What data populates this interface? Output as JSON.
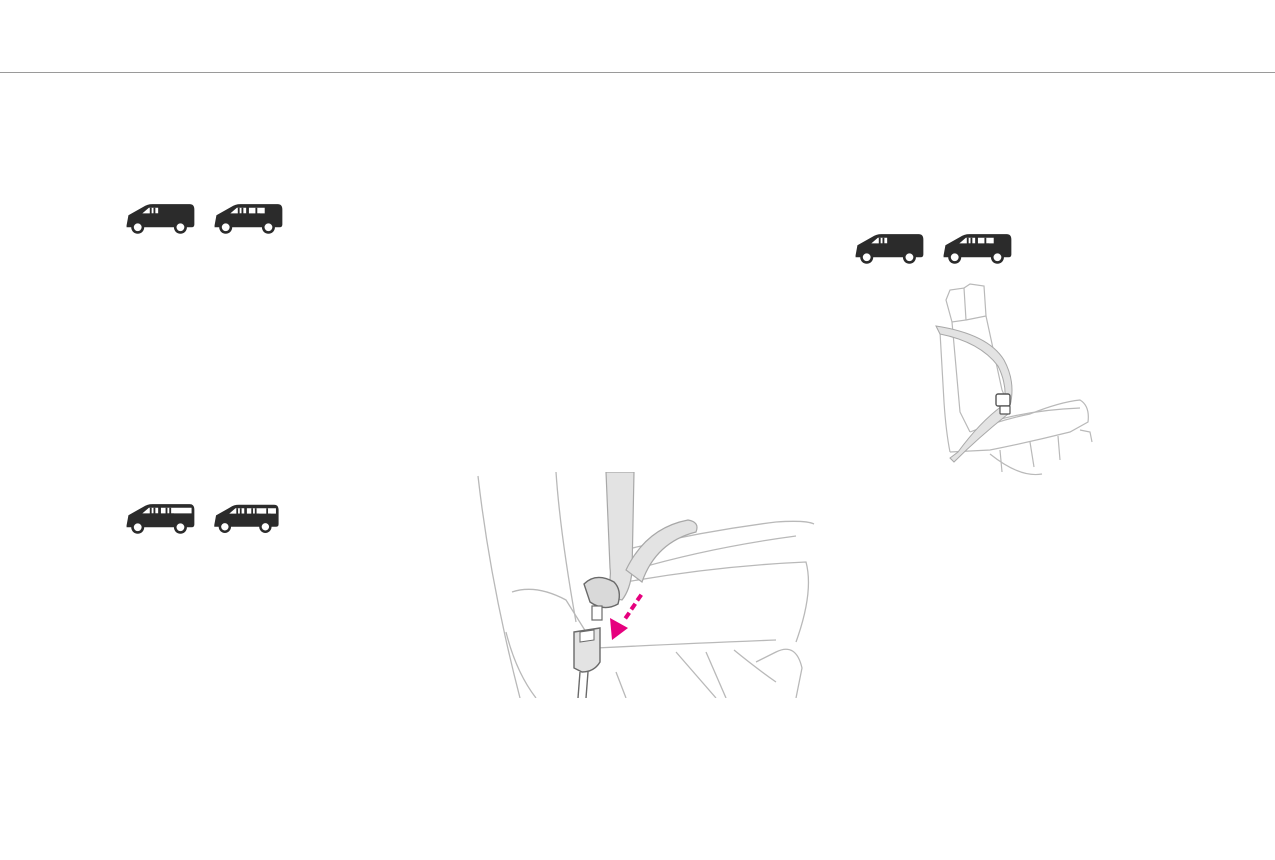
{
  "page": {
    "background": "#ffffff",
    "rule_color": "#9a9a9a"
  },
  "vehicle_groups": [
    {
      "id": "top-left",
      "icons": [
        "van-two-seat-icon",
        "van-five-seat-icon"
      ]
    },
    {
      "id": "bottom-left",
      "icons": [
        "van-seven-seat-long-icon",
        "van-seven-seat-icon"
      ]
    },
    {
      "id": "right",
      "icons": [
        "van-two-seat-icon",
        "van-five-seat-icon"
      ]
    }
  ],
  "illustrations": [
    {
      "id": "seatbelt-buckle",
      "icon": "seatbelt-buckle-illustration",
      "accent": "#e6007e"
    },
    {
      "id": "rear-seat-belt",
      "icon": "rear-seat-belt-illustration"
    }
  ],
  "colors": {
    "icon_fill": "#2b2b2b",
    "line_art": "#b9b9b9",
    "belt_fill": "#e3e3e3",
    "arrow": "#e6007e"
  }
}
